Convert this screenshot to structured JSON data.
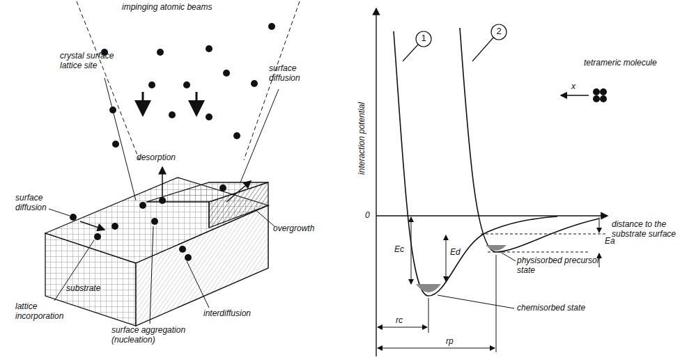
{
  "diagram": {
    "labels": [
      "impinging atomic beams",
      "crystal surface lattice site",
      "surface diffusion",
      "desorption",
      "surface diffusion",
      "substrate",
      "overgrowth",
      "lattice incorporation",
      "interdiffusion",
      "surface aggregation (nucleation)",
      "interaction potential",
      "0",
      "1",
      "2",
      "tetrameric molecule",
      "x",
      "distance to the substrate surface",
      "Ec",
      "Ed",
      "Ea",
      "physisorbed precursor state",
      "chemisorbed state",
      "rc",
      "rp"
    ]
  }
}
